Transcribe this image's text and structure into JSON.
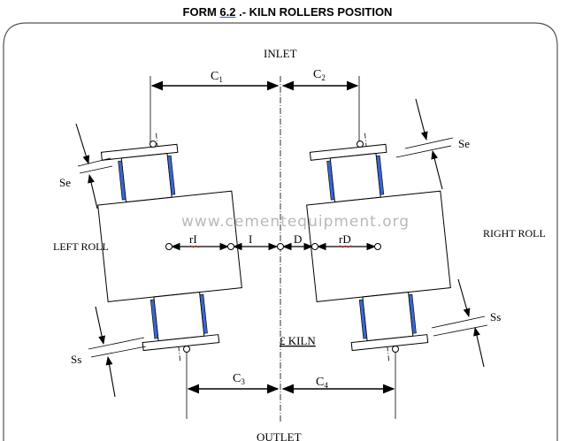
{
  "title": {
    "prefix": "FORM ",
    "number": "6.2",
    "suffix": " .- KILN ROLLERS POSITION"
  },
  "watermark": "www.cementequipment.org",
  "labels": {
    "inlet": "INLET",
    "outlet": "OUTLET",
    "left_roll": "LEFT ROLL",
    "right_roll": "RIGHT ROLL",
    "kiln": "£ KILN",
    "c1": "C",
    "c1_sub": "1",
    "c2": "C",
    "c2_sub": "2",
    "c3": "C",
    "c3_sub": "3",
    "c4": "C",
    "c4_sub": "4",
    "se_left": "Se",
    "se_right": "Se",
    "ss_left": "Ss",
    "ss_right": "Ss",
    "i": "I",
    "d": "D",
    "ri": "rI",
    "rd": "rD"
  },
  "colors": {
    "line": "#000000",
    "shaft_accent": "#3a66cc",
    "frame": "#555555"
  }
}
